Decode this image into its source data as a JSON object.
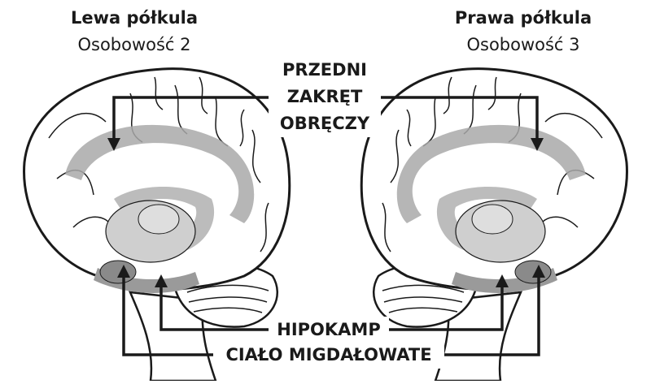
{
  "left": {
    "title": "Lewa półkula",
    "subtitle": "Osobowość 2"
  },
  "right": {
    "title": "Prawa półkula",
    "subtitle": "Osobowość 3"
  },
  "labels": {
    "cingulate": [
      "PRZEDNI",
      "ZAKRĘT",
      "OBRĘCZY"
    ],
    "hippocampus": "HIPOKAMP",
    "amygdala": "CIAŁO MIGDAŁOWATE"
  },
  "colors": {
    "outline": "#1a1a1a",
    "cingulate_band": "#a9a9a9",
    "hippocampus": "#9a9a9a",
    "amygdala": "#d0d0d0",
    "brain_fill": "#ffffff"
  }
}
